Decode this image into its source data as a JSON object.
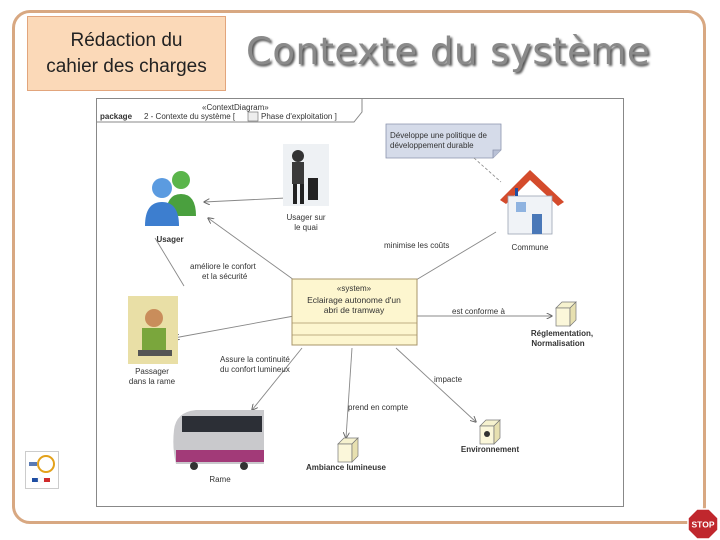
{
  "header": {
    "tag_line1": "Rédaction du",
    "tag_line2": "cahier des charges",
    "title": "Contexte du système"
  },
  "diagram": {
    "stereotype": "«ContextDiagram»",
    "frame_keyword": "package",
    "frame_name": "2 - Contexte du système [",
    "frame_phase": "Phase d'exploitation ]",
    "note_line1": "Développe une politique de",
    "note_line2": "développement durable",
    "system_stereotype": "«system»",
    "system_line1": "Eclairage autonome d'un",
    "system_line2": "abri de tramway",
    "actors": {
      "usager": "Usager",
      "usager_quai_1": "Usager sur",
      "usager_quai_2": "le quai",
      "commune": "Commune",
      "passager_1": "Passager",
      "passager_2": "dans la rame",
      "reglementation_1": "Réglementation,",
      "reglementation_2": "Normalisation",
      "rame": "Rame",
      "ambiance": "Ambiance lumineuse",
      "environnement": "Environnement"
    },
    "links": {
      "ameliore_1": "améliore le confort",
      "ameliore_2": "et la sécurité",
      "minimise": "minimise les coûts",
      "conforme": "est conforme à",
      "assure_1": "Assure la continuité",
      "assure_2": "du confort lumineux",
      "impacte": "impacte",
      "prend": "prend en compte"
    }
  },
  "stop_label": "STOP",
  "colors": {
    "frame": "#d8a882",
    "tag_bg": "#fbd9b8",
    "system_bg": "#fdf6cf",
    "note_bg": "#d5dbe9",
    "stop": "#c0272d"
  }
}
